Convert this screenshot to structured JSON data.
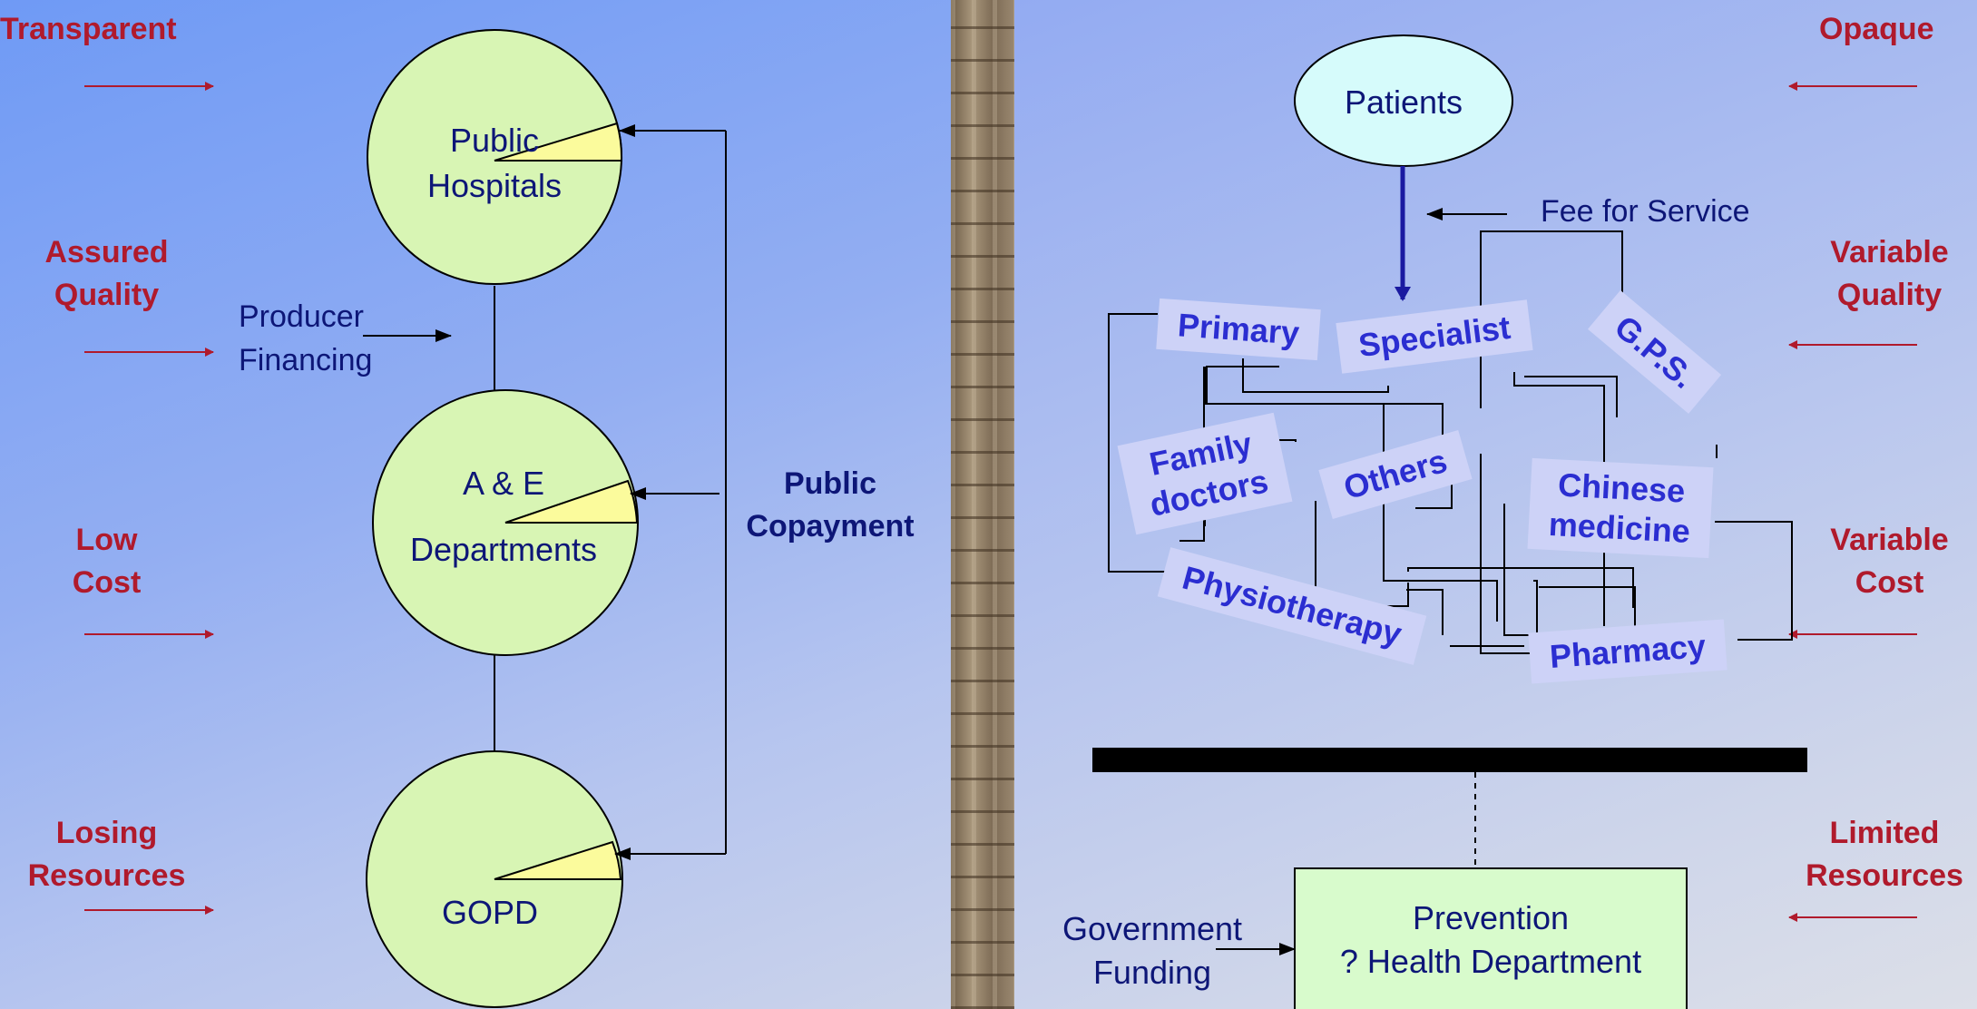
{
  "left_labels": {
    "transparent": "Transparent",
    "assured_quality": [
      "Assured",
      "Quality"
    ],
    "low_cost": [
      "Low",
      "Cost"
    ],
    "losing_resources": [
      "Losing",
      "Resources"
    ]
  },
  "right_labels": {
    "opaque": "Opaque",
    "variable_quality": [
      "Variable",
      "Quality"
    ],
    "variable_cost": [
      "Variable",
      "Cost"
    ],
    "limited_resources": [
      "Limited",
      "Resources"
    ]
  },
  "public_side": {
    "public_hospitals": [
      "Public",
      "Hospitals"
    ],
    "ae_departments": [
      "A & E",
      "Departments"
    ],
    "gopd": "GOPD",
    "producer_financing": [
      "Producer",
      "Financing"
    ],
    "public_copayment": [
      "Public",
      "Copayment"
    ]
  },
  "private_side": {
    "patients": "Patients",
    "fee_for_service": "Fee for Service",
    "providers": {
      "primary": "Primary",
      "specialist": "Specialist",
      "gps": "G.P.S.",
      "family_doctors": [
        "Family",
        "doctors"
      ],
      "others": "Others",
      "chinese_medicine": [
        "Chinese",
        "medicine"
      ],
      "physiotherapy": "Physiotherapy",
      "pharmacy": "Pharmacy"
    },
    "prevention": [
      "Prevention",
      "? Health Department"
    ],
    "government_funding": [
      "Government",
      "Funding"
    ]
  },
  "colors": {
    "label_red": "#b01a2c",
    "text_navy": "#0d1677",
    "circle_fill": "#d8f5b4",
    "wedge_fill": "#fbfb9c",
    "tag_fill": "#cdd2f7",
    "tag_text": "#2b2ed1",
    "patients_fill": "#d6fbfb",
    "prevention_fill": "#d8fbcc"
  }
}
